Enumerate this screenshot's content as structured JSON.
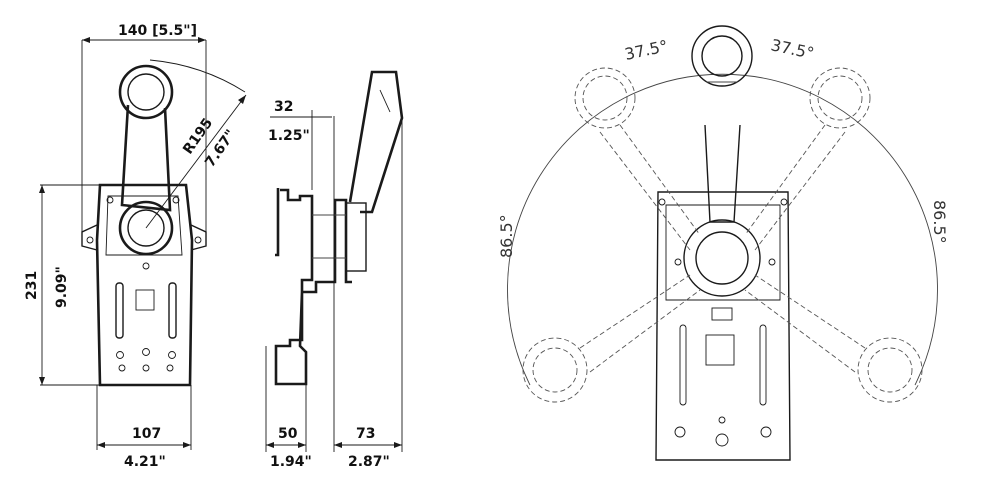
{
  "dimensions": {
    "width_top": "140 [5.5\"]",
    "radius_mm": "R195",
    "radius_in": "7.67\"",
    "height_mm": "231",
    "height_in": "9.09\"",
    "base_width_mm": "107",
    "base_width_in": "4.21\"",
    "side_top_mm": "32",
    "side_top_in": "1.25\"",
    "side_bottom_mm": "50",
    "side_bottom_in": "1.94\"",
    "side_depth_mm": "73",
    "side_depth_in": "2.87\""
  },
  "angles": {
    "upper_left": "37.5°",
    "upper_right": "37.5°",
    "side_left": "86.5°",
    "side_right": "86.5°"
  }
}
